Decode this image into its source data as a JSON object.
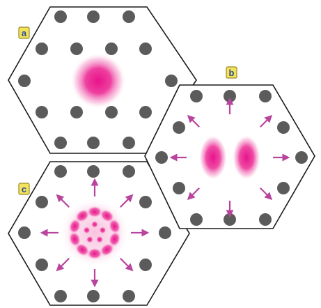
{
  "panels": [
    {
      "id": "a",
      "label": "a",
      "mode": "single-lobe",
      "arrows": 0
    },
    {
      "id": "b",
      "label": "b",
      "mode": "two-lobe",
      "arrows": 8
    },
    {
      "id": "c",
      "label": "c",
      "mode": "ring-of-lobes",
      "arrows": 8
    }
  ],
  "colors": {
    "atom": "#5b5b5b",
    "hexagon_outline": "#1a1a1a",
    "mode_intensity": "#e8138a",
    "arrow": "#b8449d",
    "label_fill": "#f3e35a",
    "label_border": "#9a8a2a",
    "label_text": "#2a4a9a"
  },
  "icons": {
    "atom": "filled-circle",
    "arrow": "outward-arrow"
  }
}
